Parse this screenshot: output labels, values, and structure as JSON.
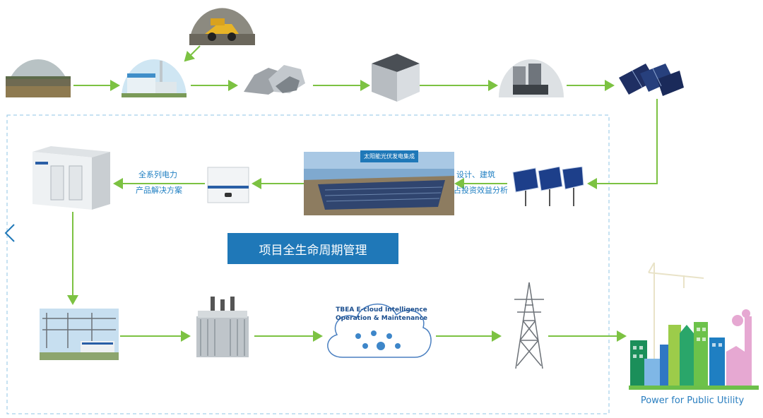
{
  "labels": {
    "power_products_line1": "全系列电力",
    "power_products_line2": "产品解决方案",
    "design_line1": "设计、建筑",
    "design_line2": "占投资效益分析",
    "solar_farm_banner": "太阳能光伏发电集成",
    "lifecycle": "项目全生命周期管理",
    "cloud_line1": "TBEA E-cloud Intelligence",
    "cloud_line2": "Operation & Maintenance",
    "public_utility": "Power for Public Utility"
  },
  "colors": {
    "arrow": "#7cc242",
    "dashed_border": "#8fc4e6",
    "accent_blue": "#1f78b8"
  },
  "icons": {
    "prev": "chevron-left-icon"
  }
}
